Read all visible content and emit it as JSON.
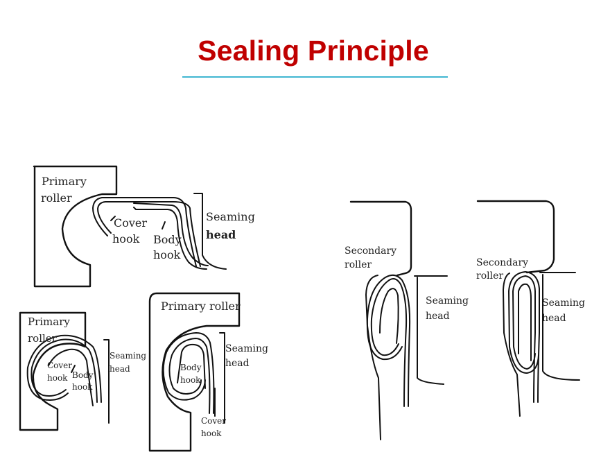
{
  "title": "Sealing Principle",
  "colors": {
    "title": "#c00000",
    "rule": "#3fb6d1",
    "lines": "#111111"
  },
  "panels": {
    "primary_top": {
      "roller": [
        "Primary",
        "roller"
      ],
      "cover_hook": [
        "Cover",
        "hook"
      ],
      "body_hook": [
        "Body",
        "hook"
      ],
      "seaming_head": [
        "Seaming",
        "head"
      ]
    },
    "primary_bottom_left": {
      "roller": [
        "Primary",
        "roller"
      ],
      "cover_hook": [
        "Cover",
        "hook"
      ],
      "body_hook": [
        "Body",
        "hook"
      ],
      "seaming_head": [
        "Seaming",
        "head"
      ]
    },
    "primary_bottom_right": {
      "roller": "Primary roller",
      "body_hook": [
        "Body",
        "hook"
      ],
      "cover_hook": [
        "Cover",
        "hook"
      ],
      "seaming_head": [
        "Seaming",
        "head"
      ]
    },
    "secondary_left": {
      "roller": [
        "Secondary",
        "roller"
      ],
      "seaming_head": [
        "Seaming",
        "head"
      ]
    },
    "secondary_right": {
      "roller": [
        "Secondary",
        "roller"
      ],
      "seaming_head": [
        "Seaming",
        "head"
      ]
    }
  }
}
